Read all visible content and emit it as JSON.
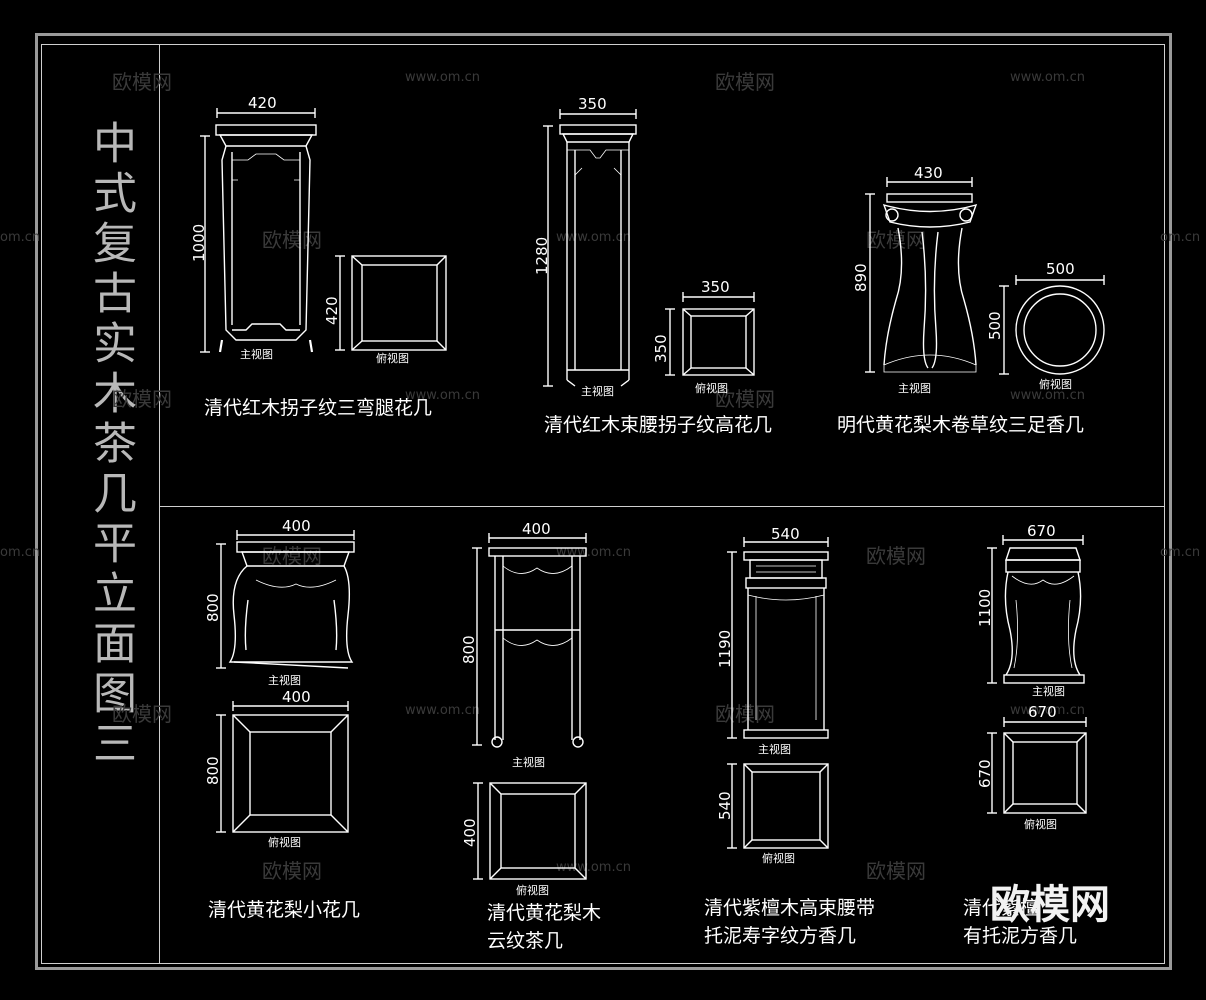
{
  "title": "中式复古实木茶几平立面图三",
  "watermark_cn": "欧模网",
  "watermark_url": "www.om.cn",
  "watermark_url_short": "om.cn",
  "brand": "欧模网",
  "view_front": "主视图",
  "view_top": "俯视图",
  "items": [
    {
      "caption": "清代红木拐子纹三弯腿花几",
      "width": "420",
      "height": "1000",
      "top_w": "",
      "top_d": "420"
    },
    {
      "caption": "清代红木束腰拐子纹高花几",
      "width": "350",
      "height": "1280",
      "top_w": "350",
      "top_d": "350"
    },
    {
      "caption": "明代黄花梨木卷草纹三足香几",
      "width": "430",
      "height": "890",
      "top_w": "500",
      "top_d": "500"
    },
    {
      "caption": "清代黄花梨小花几",
      "width": "400",
      "height": "800",
      "top_w": "400",
      "top_d": "800"
    },
    {
      "caption_l1": "清代黄花梨木",
      "caption_l2": "云纹茶几",
      "width": "400",
      "height": "800",
      "top_w": "",
      "top_d": "400"
    },
    {
      "caption_l1": "清代紫檀木高束腰带",
      "caption_l2": "托泥寿字纹方香几",
      "width": "540",
      "height": "1190",
      "top_w": "",
      "top_d": "540"
    },
    {
      "caption_l1": "清代紫檀",
      "caption_l2": "有托泥方香几",
      "width": "670",
      "height": "1100",
      "top_w": "670",
      "top_d": "670"
    }
  ]
}
